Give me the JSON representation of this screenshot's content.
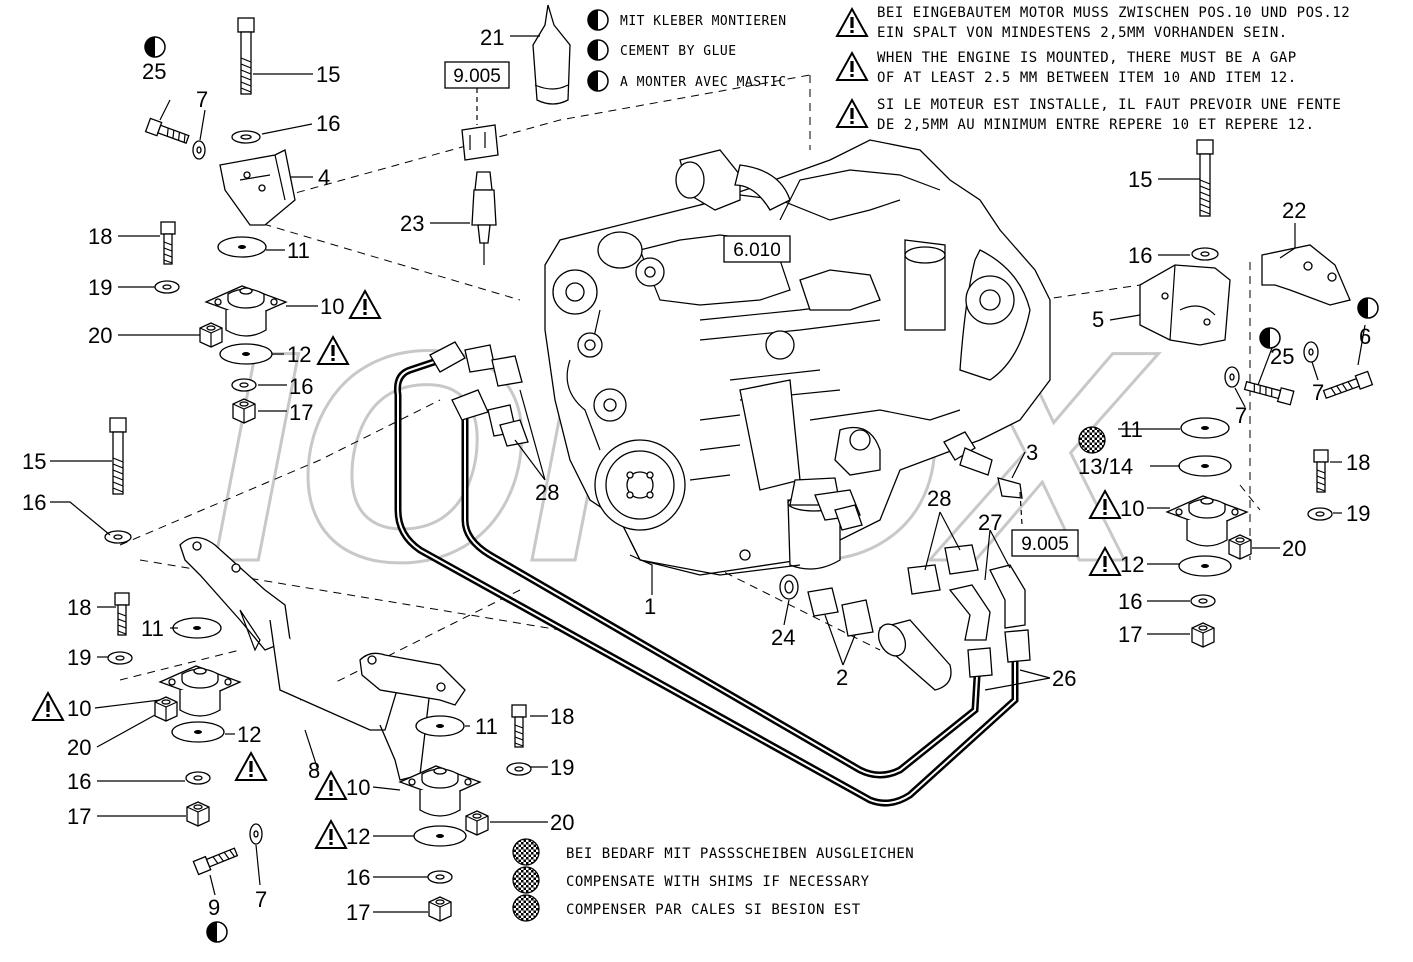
{
  "watermark": "IOPDX",
  "glue_notes": [
    "MIT KLEBER MONTIEREN",
    "CEMENT BY GLUE",
    "A MONTER AVEC MASTIC"
  ],
  "warning_notes": [
    "BEI EINGEBAUTEM MOTOR MUSS ZWISCHEN POS.10 UND POS.12",
    "EIN SPALT VON MINDESTENS 2,5MM VORHANDEN SEIN.",
    "WHEN THE ENGINE IS MOUNTED, THERE MUST BE A GAP",
    "OF AT LEAST 2.5 MM BETWEEN ITEM 10 AND ITEM 12.",
    "SI LE MOTEUR EST INSTALLE, IL FAUT PREVOIR UNE FENTE",
    "DE 2,5MM AU MINIMUM ENTRE REPERE 10 ET REPERE 12."
  ],
  "shim_notes": [
    "BEI BEDARF MIT PASSSCHEIBEN AUSGLEICHEN",
    "COMPENSATE WITH SHIMS IF NECESSARY",
    "COMPENSER PAR CALES SI BESION EST"
  ],
  "refs": {
    "r1": "9.005",
    "r2": "6.010",
    "r3": "9.005"
  },
  "labels": {
    "l21": "21",
    "l25a": "25",
    "l7a": "7",
    "l15a": "15",
    "l16a": "16",
    "l4": "4",
    "l18a": "18",
    "l11a": "11",
    "l19a": "19",
    "l10a": "10",
    "l20a": "20",
    "l12a": "12",
    "l16b": "16",
    "l17a": "17",
    "l23": "23",
    "l15b": "15",
    "l16c": "16",
    "l18b": "18",
    "l11b": "11",
    "l19b": "19",
    "l10b": "10",
    "l20b": "20",
    "l12b": "12",
    "l16d": "16",
    "l17b": "17",
    "l9": "9",
    "l7b": "7",
    "l8": "8",
    "l18c": "18",
    "l11c": "11",
    "l19c": "19",
    "l10c": "10",
    "l20c": "20",
    "l12c": "12",
    "l16e": "16",
    "l17c": "17",
    "l28a": "28",
    "l1": "1",
    "l24": "24",
    "l2": "2",
    "l28b": "28",
    "l27": "27",
    "l26": "26",
    "l3": "3",
    "l15c": "15",
    "l22": "22",
    "l16f": "16",
    "l5": "5",
    "l25b": "25",
    "l7c": "7",
    "l6": "6",
    "l7d": "7",
    "l11d": "11",
    "l1314": "13/14",
    "l18d": "18",
    "l10d": "10",
    "l19d": "19",
    "l12d": "12",
    "l20d": "20",
    "l16g": "16",
    "l17d": "17"
  }
}
